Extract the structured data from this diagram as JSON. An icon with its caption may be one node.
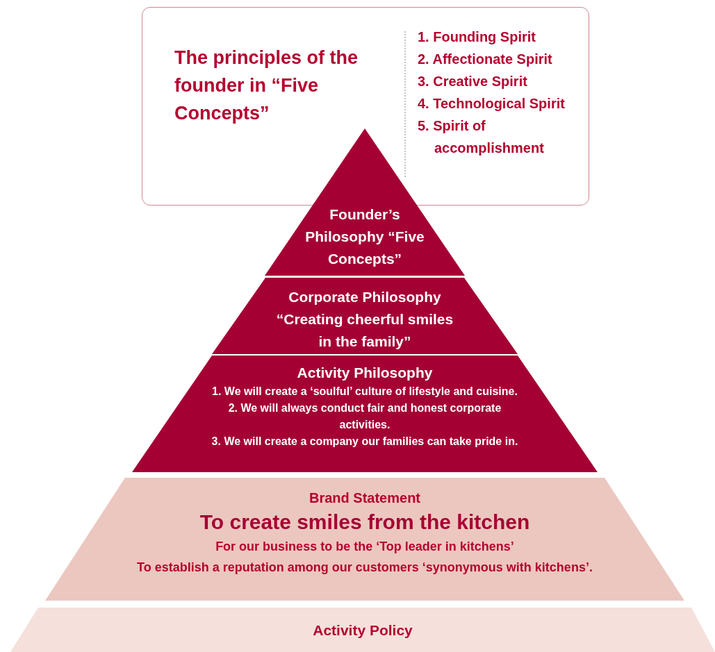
{
  "diagram": {
    "nodes": [
      {
        "text": [
          "The principles of the founder in “Five Concepts”",
          "1. Founding Spirit",
          "2. Affectionate Spirit",
          "3. Creative Spirit",
          "4. Technological Spirit",
          "5. Spirit of accomplishment"
        ]
      },
      {
        "text": [
          "Founder’s Philosophy “Five Concepts”"
        ]
      },
      {
        "text": [
          "Corporate Philosophy “Creating cheerful smiles in the family”"
        ]
      },
      {
        "text": [
          "Activity Philosophy",
          "1. We will create a ‘soulful’ culture of lifestyle and cuisine.",
          "2. We will always conduct fair and honest corporate activities.",
          "3. We will create a company our families can take pride in."
        ]
      },
      {
        "text": [
          "Brand Statement",
          "To create smiles from the kitchen",
          "For our business to be the ‘Top leader in kitchens’",
          "To establish a reputation among our customers ‘synonymous with kitchens’."
        ]
      },
      {
        "text": [
          "Activity Policy"
        ]
      }
    ],
    "edges": []
  }
}
